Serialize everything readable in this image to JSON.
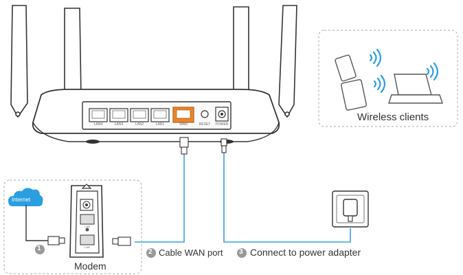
{
  "router": {
    "ports": [
      "LAN4",
      "LAN3",
      "LAN2",
      "LAN1",
      "WAN"
    ],
    "reset_label": "RESET",
    "power_label": "POWER"
  },
  "clients": {
    "title": "Wireless clients"
  },
  "modem": {
    "title": "Modem",
    "cloud_label": "Internet",
    "port_labels": [
      "LAN",
      "LAN"
    ]
  },
  "steps": [
    {
      "number": "1",
      "text": ""
    },
    {
      "number": "2",
      "text": "Cable WAN port"
    },
    {
      "number": "3",
      "text": "Connect to power adapter"
    }
  ],
  "colors": {
    "cable": "#3aa0e0",
    "wan_port": "#e8862a",
    "cloud": "#2a9ee0",
    "device": "#555555"
  }
}
